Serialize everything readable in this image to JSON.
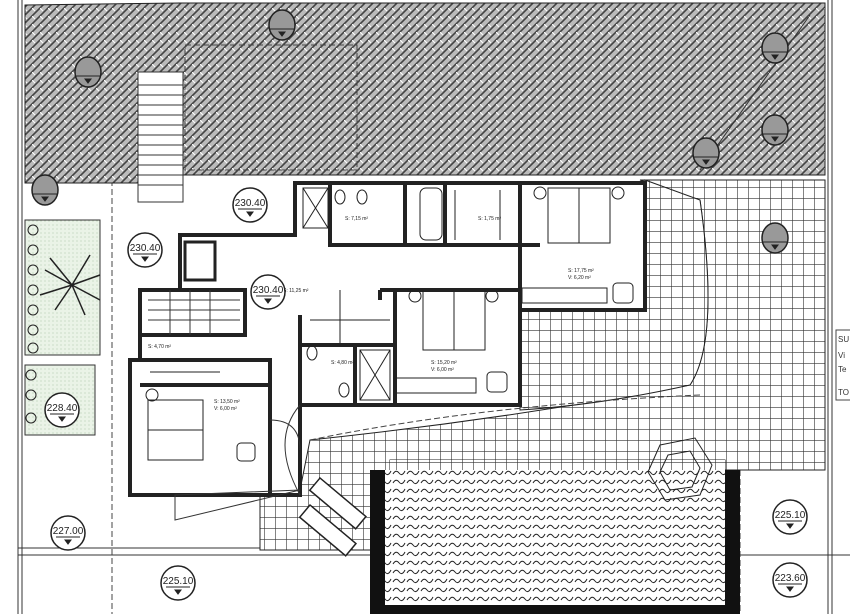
{
  "rooms": [
    {
      "id": "bathroom-1",
      "area": "S: 7,15 m²"
    },
    {
      "id": "walk-in-closet",
      "area": "S: 1,75 m²"
    },
    {
      "id": "master-bedroom",
      "area": "S: 17,75 m²",
      "closet": "V: 6,20 m²"
    },
    {
      "id": "hall",
      "area": "S: 11,25 m²"
    },
    {
      "id": "bedroom-2",
      "area": "S: 15,20 m²",
      "closet": "V: 6,00 m²"
    },
    {
      "id": "bathroom-2",
      "area": "S: 4,80 m²"
    },
    {
      "id": "bedroom-3",
      "area": "S: 13,50 m²",
      "closet": "V: 6,00 m²"
    },
    {
      "id": "stair",
      "area": "S: 4,70 m²"
    }
  ],
  "levels": [
    "230.40",
    "230.40",
    "230.40",
    "228.40",
    "227.00",
    "225.10",
    "225.10",
    "223.60"
  ],
  "side_table": [
    "SU",
    "Vi",
    "Te",
    "TO"
  ],
  "colors": {
    "line": "#222222",
    "garden": "#e9f3e6",
    "hatch": "#555555",
    "pool_border": "#111111"
  }
}
